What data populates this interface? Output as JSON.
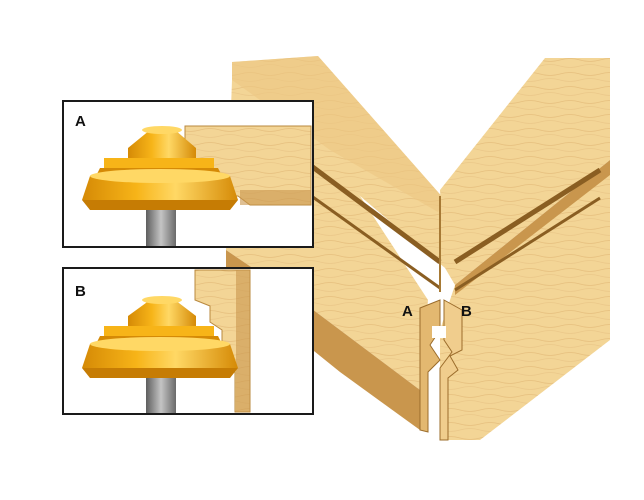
{
  "panels": [
    {
      "label": "A"
    },
    {
      "label": "B"
    }
  ],
  "joint_labels": {
    "left": "A",
    "right": "B"
  },
  "colors": {
    "wood_light": "#f3d596",
    "wood_mid": "#e3b870",
    "wood_dark": "#c9964d",
    "wood_edge": "#b9893f",
    "bit_yellow": "#f7b418",
    "bit_shade": "#d58a06",
    "bit_highlight": "#ffd865",
    "shank_gray": "#8f8f8f",
    "frame": "#1a1a1a"
  }
}
